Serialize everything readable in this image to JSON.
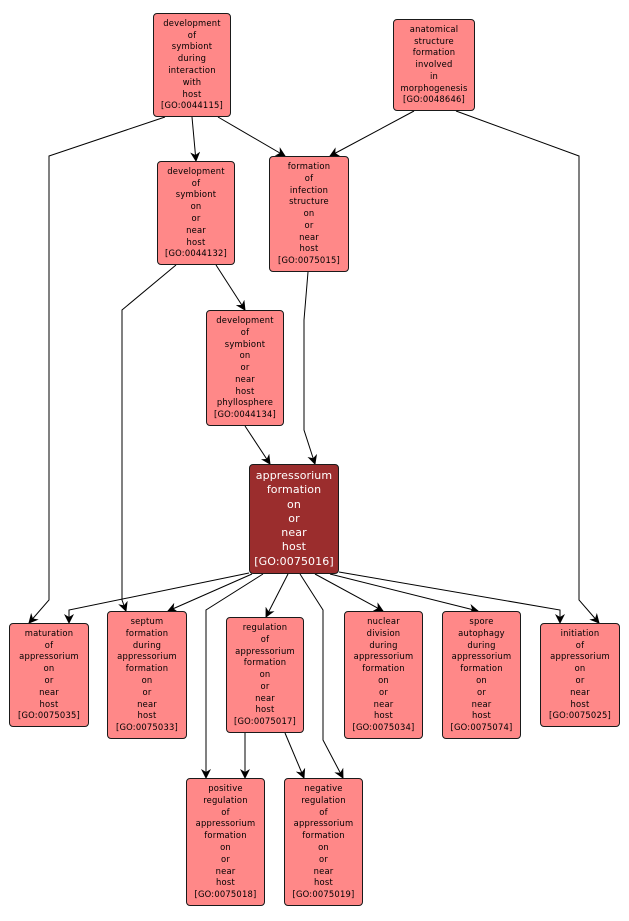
{
  "colors": {
    "node_fill": "#ff8888",
    "focus_fill": "#9b2d2d",
    "edge": "#000000",
    "background": "#ffffff"
  },
  "nodes": [
    {
      "id": "GO:0044115",
      "lines": [
        "development",
        "of",
        "symbiont",
        "during",
        "interaction",
        "with",
        "host",
        "[GO:0044115]"
      ],
      "focus": false
    },
    {
      "id": "GO:0048646",
      "lines": [
        "anatomical",
        "structure",
        "formation",
        "involved",
        "in",
        "morphogenesis",
        "[GO:0048646]"
      ],
      "focus": false
    },
    {
      "id": "GO:0044132",
      "lines": [
        "development",
        "of",
        "symbiont",
        "on",
        "or",
        "near",
        "host",
        "[GO:0044132]"
      ],
      "focus": false
    },
    {
      "id": "GO:0075015",
      "lines": [
        "formation",
        "of",
        "infection",
        "structure",
        "on",
        "or",
        "near",
        "host",
        "[GO:0075015]"
      ],
      "focus": false
    },
    {
      "id": "GO:0044134",
      "lines": [
        "development",
        "of",
        "symbiont",
        "on",
        "or",
        "near",
        "host",
        "phyllosphere",
        "[GO:0044134]"
      ],
      "focus": false
    },
    {
      "id": "GO:0075016",
      "lines": [
        "appressorium",
        "formation",
        "on",
        "or",
        "near",
        "host",
        "[GO:0075016]"
      ],
      "focus": true
    },
    {
      "id": "GO:0075035",
      "lines": [
        "maturation",
        "of",
        "appressorium",
        "on",
        "or",
        "near",
        "host",
        "[GO:0075035]"
      ],
      "focus": false
    },
    {
      "id": "GO:0075033",
      "lines": [
        "septum",
        "formation",
        "during",
        "appressorium",
        "formation",
        "on",
        "or",
        "near",
        "host",
        "[GO:0075033]"
      ],
      "focus": false
    },
    {
      "id": "GO:0075017",
      "lines": [
        "regulation",
        "of",
        "appressorium",
        "formation",
        "on",
        "or",
        "near",
        "host",
        "[GO:0075017]"
      ],
      "focus": false
    },
    {
      "id": "GO:0075034",
      "lines": [
        "nuclear",
        "division",
        "during",
        "appressorium",
        "formation",
        "on",
        "or",
        "near",
        "host",
        "[GO:0075034]"
      ],
      "focus": false
    },
    {
      "id": "GO:0075074",
      "lines": [
        "spore",
        "autophagy",
        "during",
        "appressorium",
        "formation",
        "on",
        "or",
        "near",
        "host",
        "[GO:0075074]"
      ],
      "focus": false
    },
    {
      "id": "GO:0075025",
      "lines": [
        "initiation",
        "of",
        "appressorium",
        "on",
        "or",
        "near",
        "host",
        "[GO:0075025]"
      ],
      "focus": false
    },
    {
      "id": "GO:0075018",
      "lines": [
        "positive",
        "regulation",
        "of",
        "appressorium",
        "formation",
        "on",
        "or",
        "near",
        "host",
        "[GO:0075018]"
      ],
      "focus": false
    },
    {
      "id": "GO:0075019",
      "lines": [
        "negative",
        "regulation",
        "of",
        "appressorium",
        "formation",
        "on",
        "or",
        "near",
        "host",
        "[GO:0075019]"
      ],
      "focus": false
    }
  ],
  "edges": [
    {
      "from": "GO:0044115",
      "to": "GO:0044132"
    },
    {
      "from": "GO:0044115",
      "to": "GO:0075015"
    },
    {
      "from": "GO:0044115",
      "to": "GO:0075035"
    },
    {
      "from": "GO:0048646",
      "to": "GO:0075015"
    },
    {
      "from": "GO:0048646",
      "to": "GO:0075025"
    },
    {
      "from": "GO:0044132",
      "to": "GO:0044134"
    },
    {
      "from": "GO:0044132",
      "to": "GO:0075033"
    },
    {
      "from": "GO:0044134",
      "to": "GO:0075016"
    },
    {
      "from": "GO:0075015",
      "to": "GO:0075016"
    },
    {
      "from": "GO:0075016",
      "to": "GO:0075035"
    },
    {
      "from": "GO:0075016",
      "to": "GO:0075033"
    },
    {
      "from": "GO:0075016",
      "to": "GO:0075017"
    },
    {
      "from": "GO:0075016",
      "to": "GO:0075034"
    },
    {
      "from": "GO:0075016",
      "to": "GO:0075074"
    },
    {
      "from": "GO:0075016",
      "to": "GO:0075025"
    },
    {
      "from": "GO:0075016",
      "to": "GO:0075018"
    },
    {
      "from": "GO:0075016",
      "to": "GO:0075019"
    },
    {
      "from": "GO:0075017",
      "to": "GO:0075018"
    },
    {
      "from": "GO:0075017",
      "to": "GO:0075019"
    }
  ]
}
